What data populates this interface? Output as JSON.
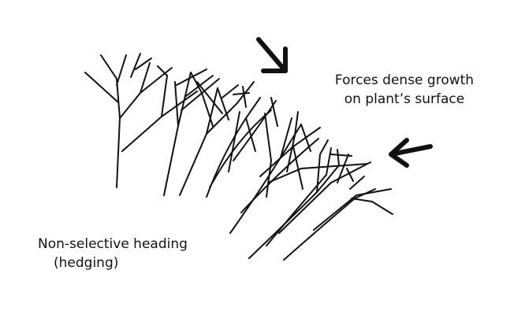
{
  "annotations": {
    "forces_line1": "Forces dense growth",
    "forces_line2": "on plant’s surface",
    "heading_line1": "Non-selective heading",
    "heading_line2": "(hedging)"
  },
  "colors": {
    "ink": "#111111",
    "background": "#ffffff"
  },
  "icons": {
    "arrow_top": "arrow-down-right-icon",
    "arrow_right": "arrow-left-icon"
  }
}
